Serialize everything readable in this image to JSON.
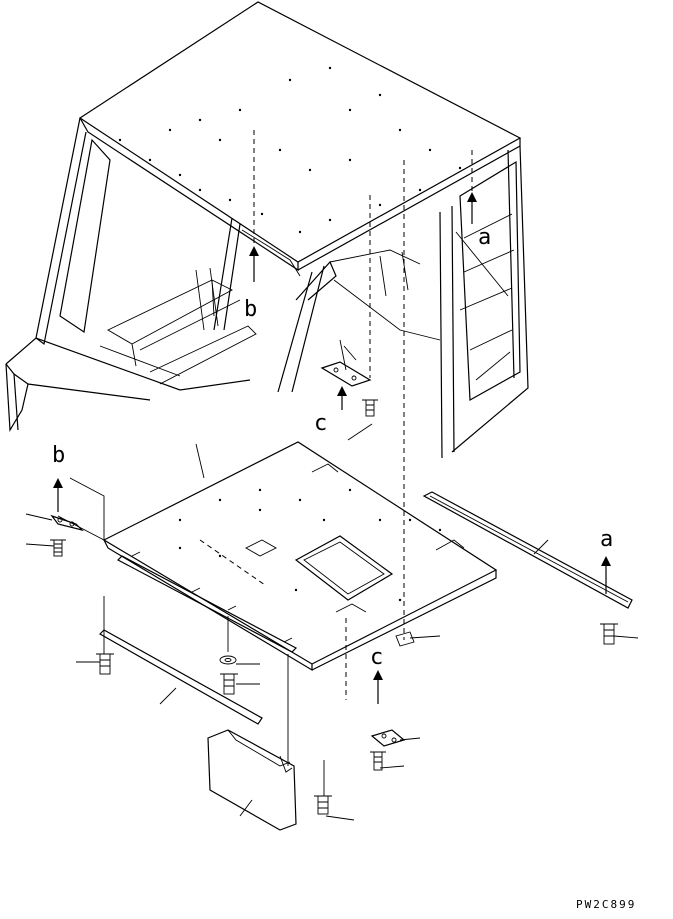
{
  "callouts": {
    "a_top": "a",
    "a_right": "a",
    "b_cab": "b",
    "b_left": "b",
    "c_mid": "c",
    "c_low": "c"
  },
  "drawing_code": "PW2C899"
}
